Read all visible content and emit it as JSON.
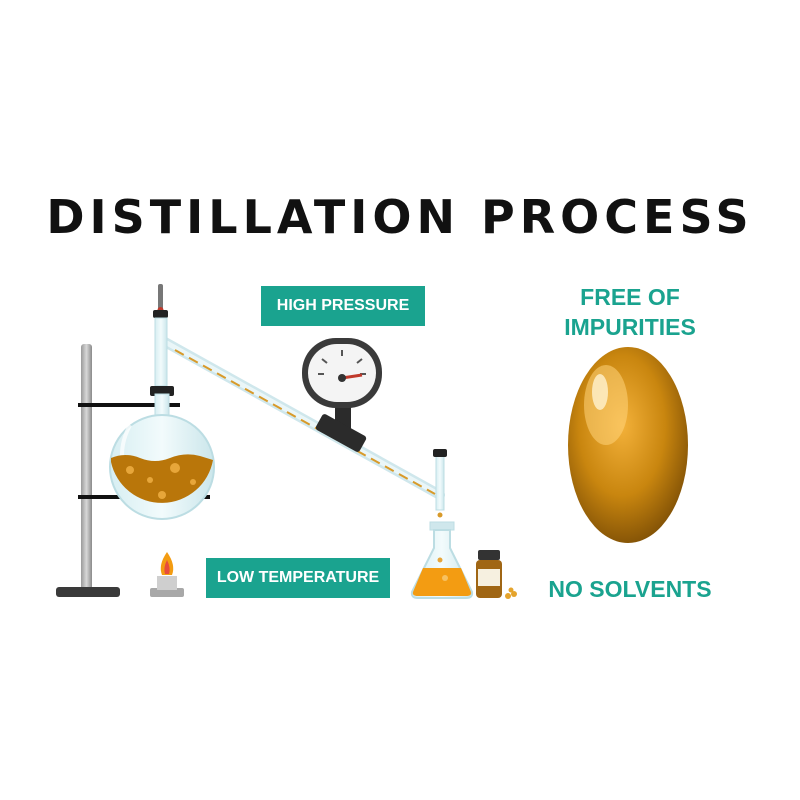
{
  "title": "DISTILLATION PROCESS",
  "labels": {
    "high_pressure": "HIGH PRESSURE",
    "low_temperature": "LOW TEMPERATURE",
    "free_of_impurities_line1": "FREE OF",
    "free_of_impurities_line2": "IMPURITIES",
    "no_solvents": "NO SOLVENTS"
  },
  "colors": {
    "accent": "#1aa38f",
    "oil": "#c9860f",
    "title": "#111111"
  }
}
